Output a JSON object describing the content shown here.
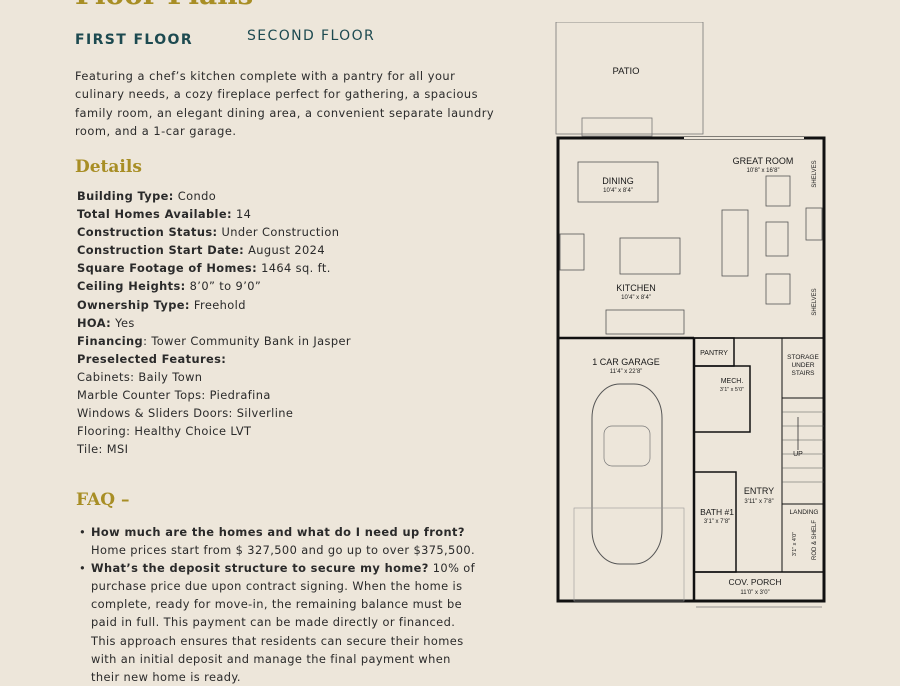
{
  "page": {
    "title": "Floor Plans"
  },
  "tabs": {
    "first_floor": "FIRST FLOOR",
    "second_floor": "SECOND FLOOR"
  },
  "intro": "Featuring a chef’s kitchen complete with a pantry for all your culinary needs, a cozy fireplace perfect for gathering, a spacious family room, an elegant dining area, a convenient separate laundry room, and a 1-car garage.",
  "details": {
    "heading": "Details",
    "items": [
      {
        "label": "Building Type:",
        "value": " Condo"
      },
      {
        "label": "Total Homes Available:",
        "value": " 14"
      },
      {
        "label": "Construction Status:",
        "value": " Under Construction"
      },
      {
        "label": "Construction Start Date:",
        "value": " August 2024"
      },
      {
        "label": "Square Footage of Homes:",
        "value": " 1464 sq. ft."
      },
      {
        "label": "Ceiling Heights:",
        "value": " 8’0” to 9’0”"
      },
      {
        "label": "Ownership Type:",
        "value": " Freehold"
      },
      {
        "label": "HOA:",
        "value": "  Yes"
      },
      {
        "label": "Financing",
        "value": ": Tower Community Bank in Jasper"
      },
      {
        "label": "Preselected Features:",
        "value": ""
      }
    ],
    "features": [
      "Cabinets: Baily Town",
      "Marble Counter Tops: Piedrafina",
      "Windows & Sliders Doors: Silverline",
      "Flooring: Healthy Choice LVT",
      "Tile: MSI"
    ]
  },
  "faq": {
    "heading": "FAQ –",
    "items": [
      {
        "question": "How much are the homes and what do I need up front?",
        "answer": " Home prices start from $ 327,500 and go up to over $375,500."
      },
      {
        "question": "What’s the deposit structure to secure my home?",
        "answer": " 10% of purchase price due upon contract signing. When the home is complete, ready for move-in, the remaining balance must be paid in full. This payment can be made directly or financed. This approach ensures that residents can secure their homes with an initial deposit and manage the final payment when their new home is ready."
      }
    ]
  },
  "floorplan": {
    "rooms": {
      "patio": "PATIO",
      "dining": "DINING",
      "dining_dim": "10’4” x 8’4”",
      "great_room": "GREAT ROOM",
      "great_room_dim": "10’8” x 16’8”",
      "shelves": "SHELVES",
      "kitchen": "KITCHEN",
      "kitchen_dim": "10’4” x 8’4”",
      "pantry": "PANTRY",
      "storage_1": "STORAGE",
      "storage_2": "UNDER",
      "storage_3": "STAIRS",
      "garage": "1 CAR GARAGE",
      "garage_dim": "11’4” x 22’8”",
      "mech": "MECH.",
      "mech_dim": "3’1” x 5’0”",
      "up": "UP",
      "entry": "ENTRY",
      "entry_dim": "3’11” x 7’8”",
      "bath": "BATH #1",
      "bath_dim": "3’1” x 7’8”",
      "landing": "LANDING",
      "landing_dim": "3’1” x 4’0”",
      "rod_shelf": "ROD & SHELF",
      "porch": "COV. PORCH",
      "porch_dim": "11’0” x 3’0”"
    }
  }
}
